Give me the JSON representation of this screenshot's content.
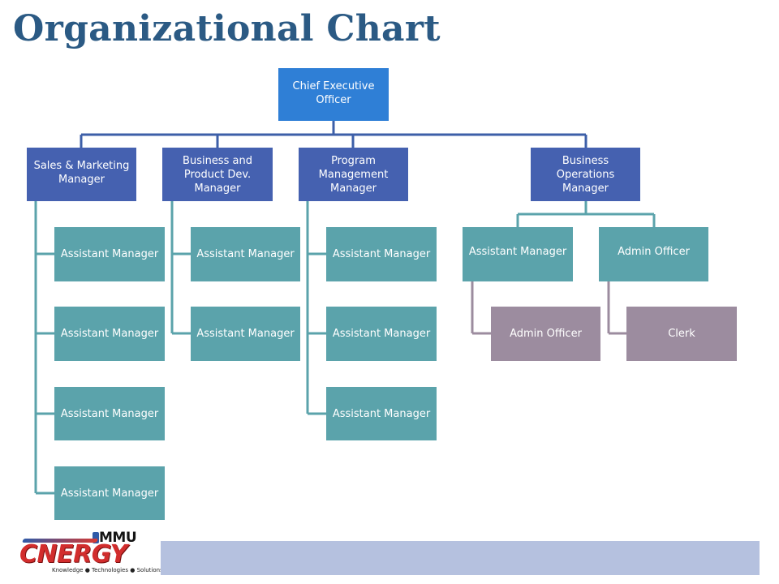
{
  "title": "Organizational Chart",
  "colors": {
    "title": "#2b5a84",
    "ceo": "#2f7fd6",
    "manager": "#4561b0",
    "assistant": "#5ba3ab",
    "subordinate": "#9c8c9f",
    "connector_main": "#3d5fa8",
    "connector_teal": "#5ba3ab",
    "connector_purple": "#9c8c9f",
    "footer_bar": "#b5c1df"
  },
  "ceo": {
    "label": "Chief Executive Officer"
  },
  "departments": [
    {
      "label": "Sales & Marketing Manager",
      "assistants": [
        "Assistant Manager",
        "Assistant Manager",
        "Assistant Manager",
        "Assistant Manager"
      ]
    },
    {
      "label": "Business and Product Dev. Manager",
      "assistants": [
        "Assistant Manager",
        "Assistant Manager"
      ]
    },
    {
      "label": "Program Management Manager",
      "assistants": [
        "Assistant Manager",
        "Assistant Manager",
        "Assistant Manager"
      ]
    },
    {
      "label": "Business Operations Manager",
      "reports": [
        {
          "label": "Assistant Manager",
          "sub": "Admin Officer"
        },
        {
          "label": "Admin Officer",
          "sub": "Clerk"
        }
      ]
    }
  ],
  "logo": {
    "mmu": "MMU",
    "brand": "CNERGY",
    "tagline": "Knowledge ● Technologies ● Solutions"
  }
}
